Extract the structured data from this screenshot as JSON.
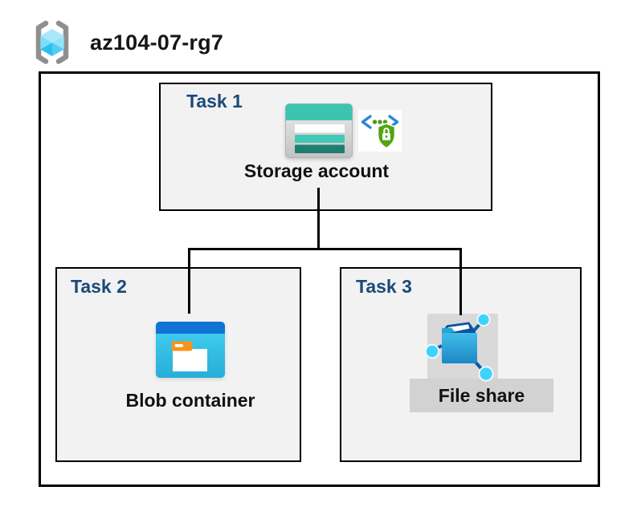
{
  "header": {
    "resource_group_name": "az104-07-rg7"
  },
  "diagram": {
    "task1": {
      "label": "Task 1",
      "resource": "Storage account"
    },
    "task2": {
      "label": "Task 2",
      "resource": "Blob container"
    },
    "task3": {
      "label": "Task 3",
      "resource": "File share"
    }
  },
  "icons": {
    "resource_group": "resource-group-icon",
    "storage_account": "storage-account-icon",
    "sas_security": "sas-security-icon",
    "blob_container": "blob-container-icon",
    "file_share": "file-share-icon"
  },
  "colors": {
    "task_label": "#1B4A78",
    "task_box_bg": "#F2F2F2",
    "border": "#000000",
    "storage_teal": "#3CC4B1",
    "storage_teal_dark": "#1E7E72",
    "blob_top_blue": "#0F74D3",
    "blob_body_blue": "#35C3EC",
    "tag_orange": "#F7941E",
    "fileshare_node_cyan": "#3FD2FA",
    "fileshare_line_blue": "#0D5AA7",
    "sas_green": "#52A50E",
    "sas_blue": "#2E86D5",
    "rg_bracket_gray": "#8F8F8F",
    "rg_cube_cyan": "#50C8EF",
    "fileshare_label_bg": "#D2D2D2",
    "fileshare_icon_bg": "#D9D9D9"
  }
}
